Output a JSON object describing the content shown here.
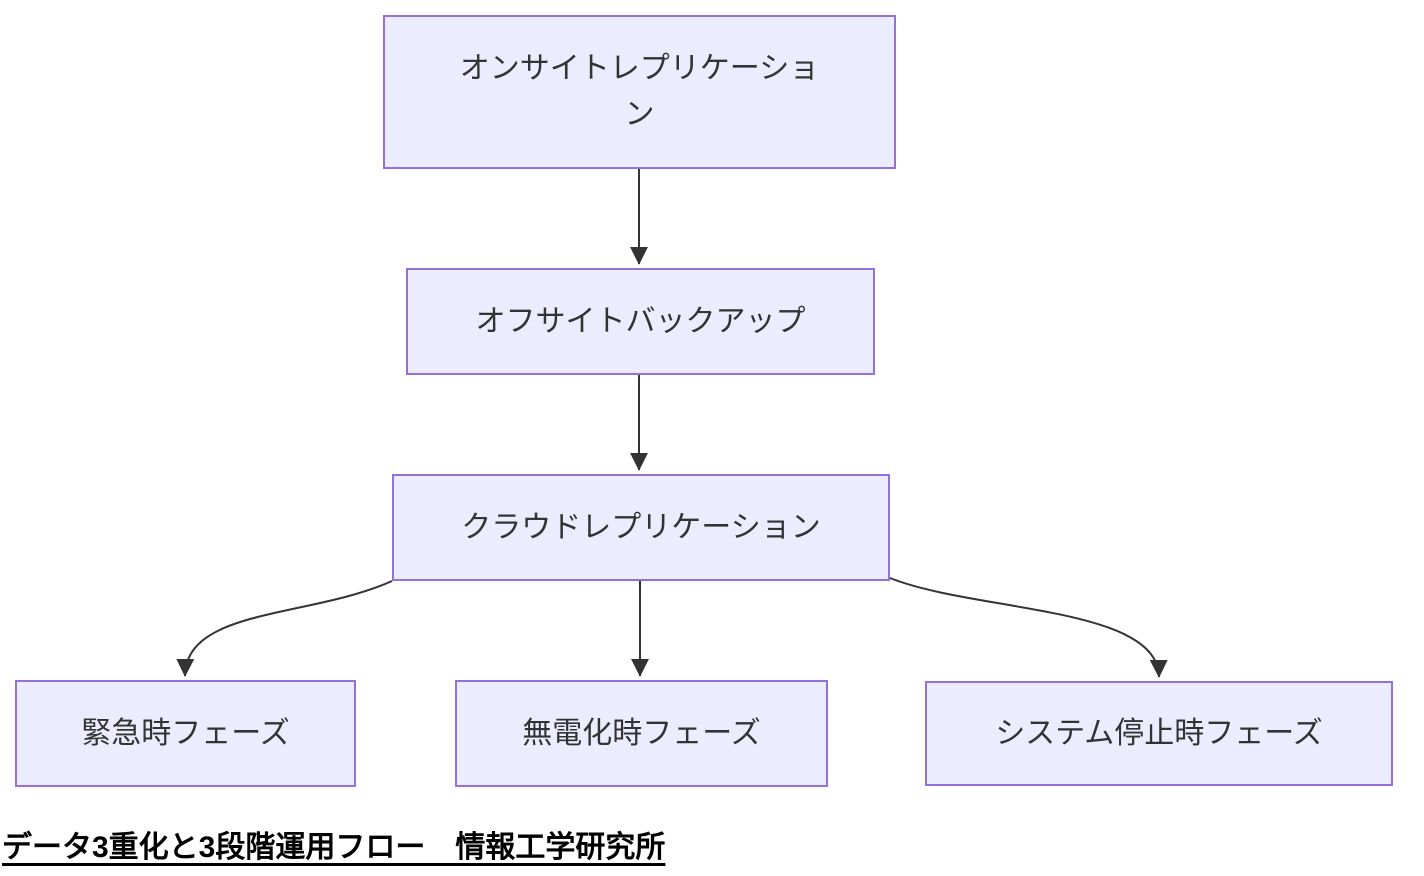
{
  "diagram": {
    "type": "flowchart-top-down",
    "nodes": [
      {
        "id": "onsite",
        "label": "オンサイトレプリケーション"
      },
      {
        "id": "offsite",
        "label": "オフサイトバックアップ"
      },
      {
        "id": "cloud",
        "label": "クラウドレプリケーション"
      },
      {
        "id": "emergency",
        "label": "緊急時フェーズ"
      },
      {
        "id": "nopower",
        "label": "無電化時フェーズ"
      },
      {
        "id": "sysstop",
        "label": "システム停止時フェーズ"
      }
    ],
    "edges": [
      {
        "from": "onsite",
        "to": "offsite"
      },
      {
        "from": "offsite",
        "to": "cloud"
      },
      {
        "from": "cloud",
        "to": "emergency"
      },
      {
        "from": "cloud",
        "to": "nopower"
      },
      {
        "from": "cloud",
        "to": "sysstop"
      }
    ],
    "caption": "データ3重化と3段階運用フロー　情報工学研究所",
    "colors": {
      "node_fill": "#ECECFF",
      "node_border": "#9370DB",
      "edge": "#333333",
      "node_text": "#333333",
      "caption_text": "#000000",
      "background": "#FFFFFF"
    }
  }
}
